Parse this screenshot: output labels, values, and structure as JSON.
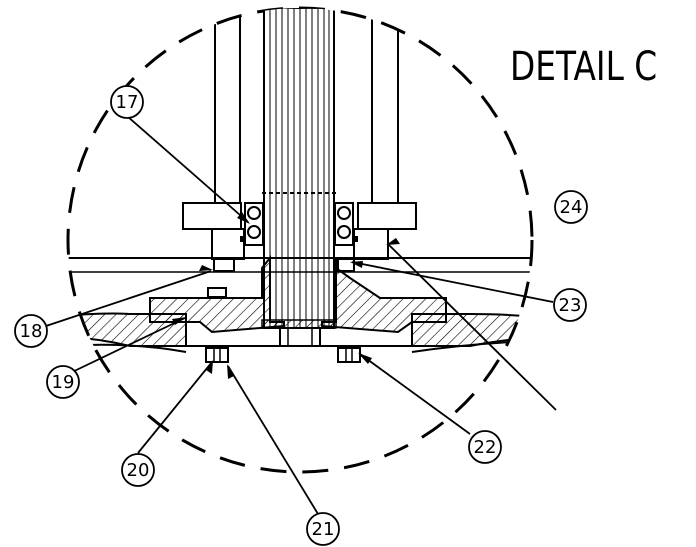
{
  "drawing": {
    "title": "DETAIL C",
    "callouts": [
      {
        "id": "c17",
        "label": "17"
      },
      {
        "id": "c18",
        "label": "18"
      },
      {
        "id": "c19",
        "label": "19"
      },
      {
        "id": "c20",
        "label": "20"
      },
      {
        "id": "c21",
        "label": "21"
      },
      {
        "id": "c22",
        "label": "22"
      },
      {
        "id": "c23",
        "label": "23"
      },
      {
        "id": "c24",
        "label": "24"
      }
    ]
  }
}
